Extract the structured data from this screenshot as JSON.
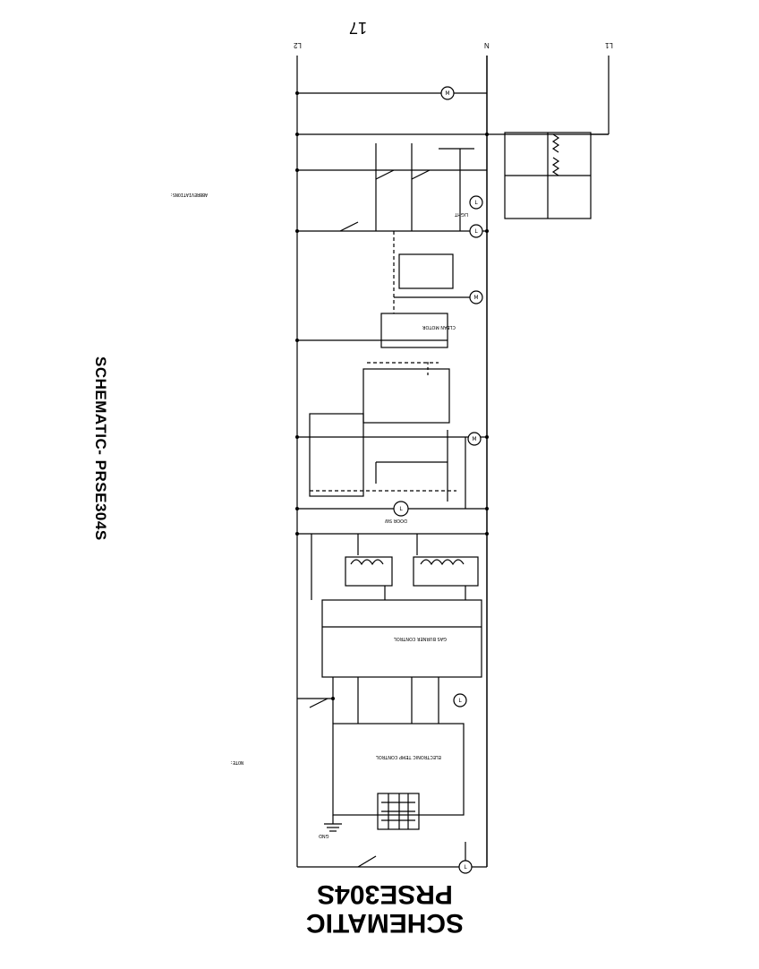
{
  "page": {
    "number": "17"
  },
  "titles": {
    "bottom_line1": "SCHEMATIC",
    "bottom_line2": "PRSE304S",
    "side": "SCHEMATIC- PRSE304S"
  },
  "rails": {
    "left": "L2",
    "middle": "N",
    "right": "L1"
  },
  "blocks": {
    "burner_control": "GAS BURNER CONTROL",
    "temp_control": "ELECTRONIC TEMP CONTROL",
    "door_switch": "DOOR SW",
    "clean_motor": "CLEAN MOTOR",
    "light": "LIGHT",
    "ground": "GND"
  },
  "sections": {
    "abbreviations_heading": "ABBREVIATIONS:",
    "note_heading": "NOTE:"
  }
}
